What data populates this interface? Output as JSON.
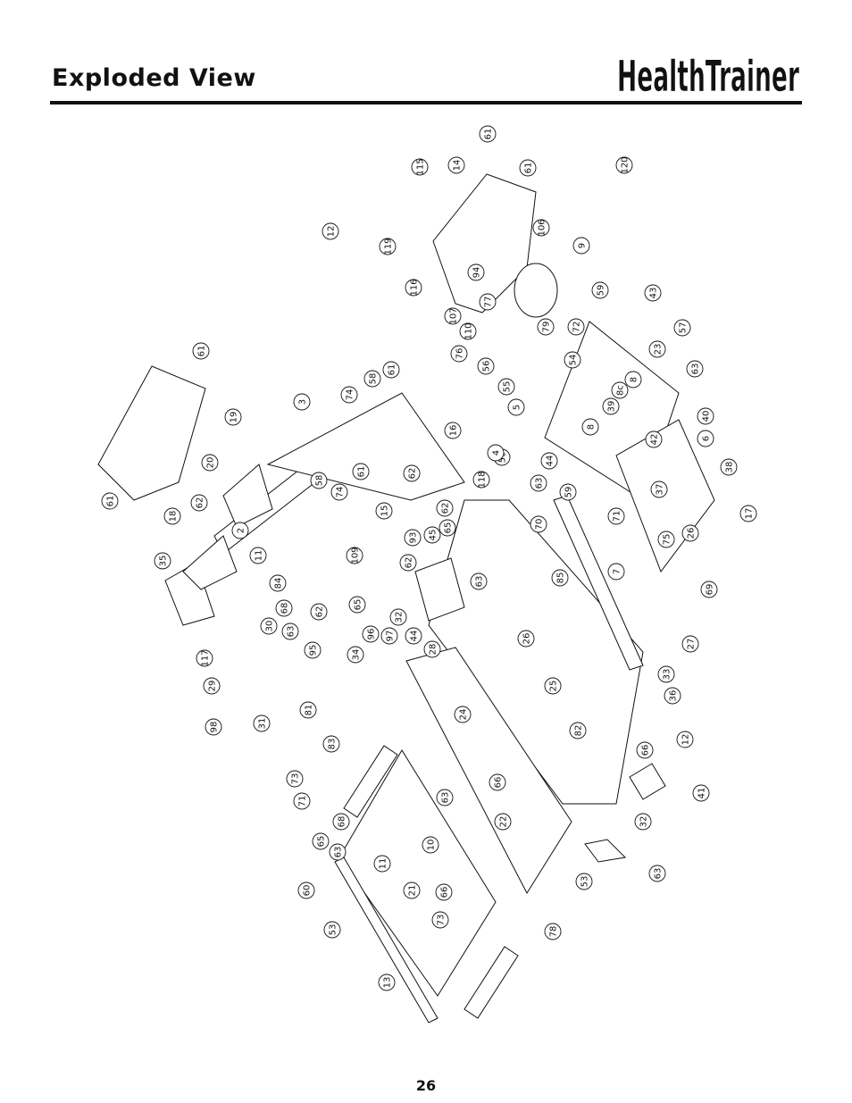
{
  "header": {
    "title": "Exploded View",
    "logo_text": "HealthTrainer"
  },
  "diagram": {
    "callouts": [
      "61",
      "14",
      "61",
      "115",
      "12",
      "106",
      "9",
      "119",
      "116",
      "94",
      "77",
      "107",
      "79",
      "72",
      "110",
      "76",
      "56",
      "55",
      "54",
      "59",
      "43",
      "57",
      "23",
      "63",
      "40",
      "120",
      "61",
      "3",
      "74",
      "58",
      "61",
      "19",
      "16",
      "5",
      "8c",
      "8",
      "39",
      "8",
      "42",
      "6",
      "38",
      "20",
      "62",
      "58",
      "74",
      "61",
      "15",
      "62",
      "59",
      "118",
      "4",
      "63",
      "44",
      "59",
      "71",
      "37",
      "61",
      "18",
      "2",
      "11",
      "93",
      "45",
      "65",
      "62",
      "63",
      "70",
      "75",
      "26",
      "17",
      "35",
      "84",
      "109",
      "62",
      "32",
      "85",
      "7",
      "69",
      "68",
      "62",
      "65",
      "44",
      "28",
      "30",
      "63",
      "95",
      "96",
      "97",
      "34",
      "26",
      "27",
      "117",
      "29",
      "98",
      "31",
      "81",
      "33",
      "25",
      "36",
      "24",
      "82",
      "66",
      "12",
      "83",
      "73",
      "71",
      "68",
      "65",
      "63",
      "11",
      "10",
      "63",
      "22",
      "66",
      "32",
      "41",
      "60",
      "53",
      "21",
      "66",
      "53",
      "63",
      "73",
      "13",
      "78"
    ]
  },
  "page_number": "26"
}
